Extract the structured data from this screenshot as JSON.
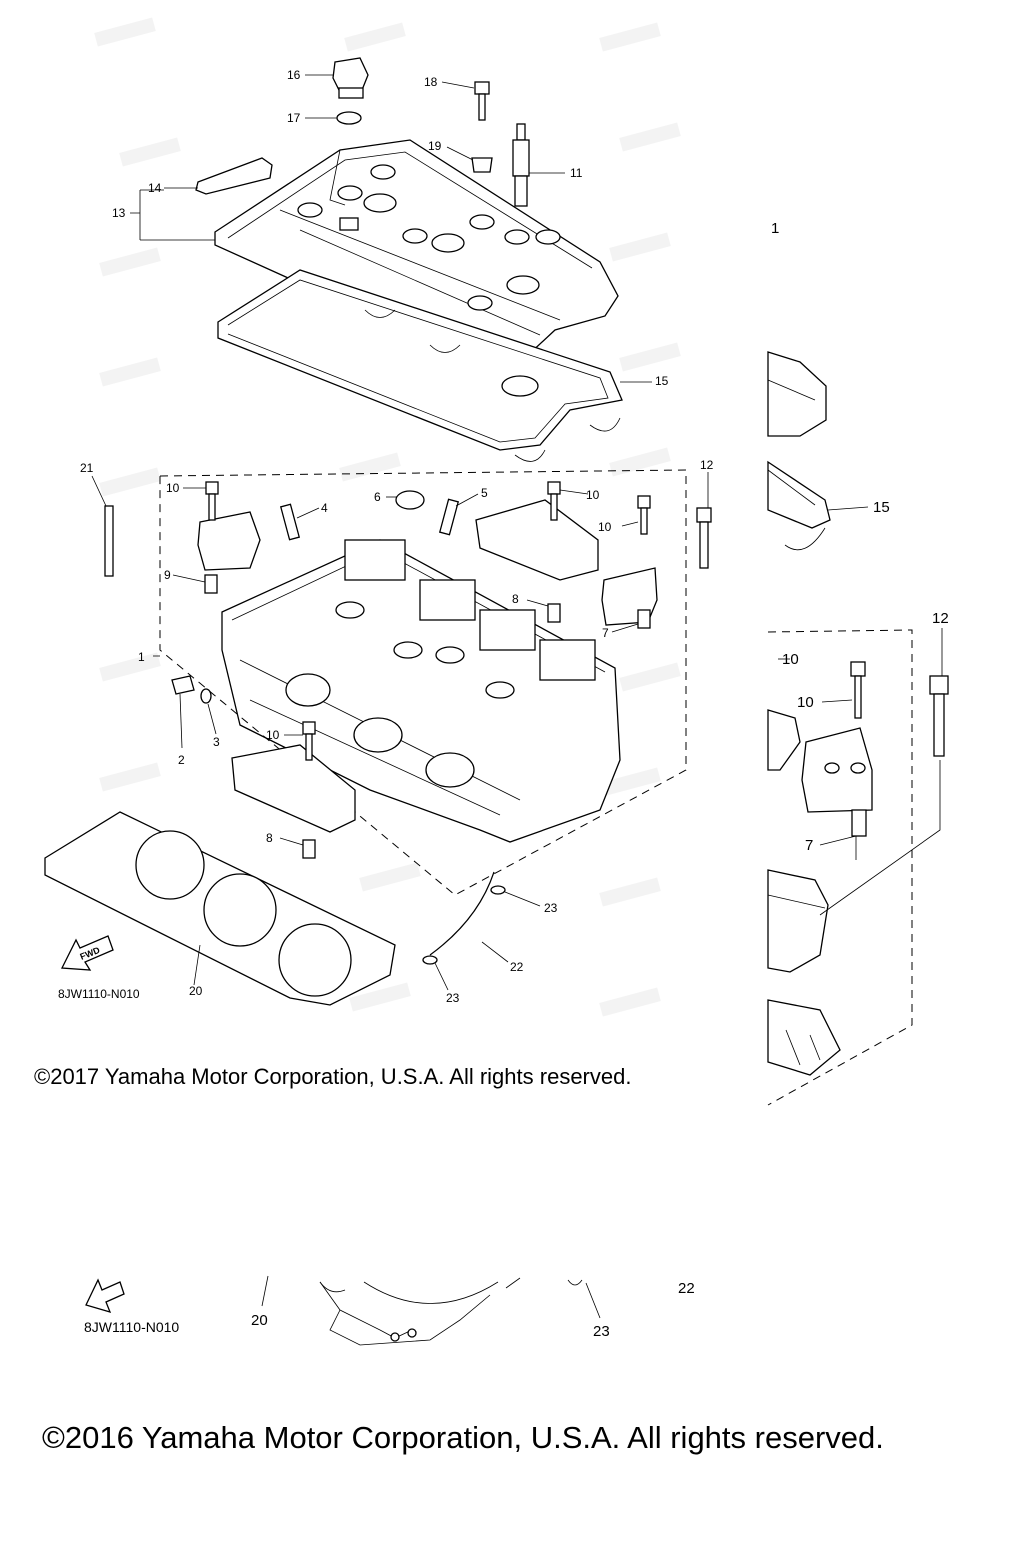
{
  "callouts_main": [
    "1",
    "2",
    "3",
    "4",
    "5",
    "6",
    "7",
    "8",
    "8",
    "9",
    "10",
    "10",
    "10",
    "10",
    "10",
    "11",
    "12",
    "13",
    "14",
    "15",
    "16",
    "17",
    "18",
    "19",
    "20",
    "21",
    "22",
    "23",
    "23"
  ],
  "callouts_side": [
    "1",
    "15",
    "12",
    "10",
    "10",
    "7"
  ],
  "callouts_lower": [
    "20",
    "22",
    "23"
  ],
  "fwd_label": "FWD",
  "drawing_code_main": "8JW1110-N010",
  "drawing_code_lower": "8JW1110-N010",
  "copyright_main": "©2017 Yamaha Motor Corporation, U.S.A. All rights reserved.",
  "copyright_lower": "©2016 Yamaha Motor Corporation, U.S.A. All rights reserved."
}
